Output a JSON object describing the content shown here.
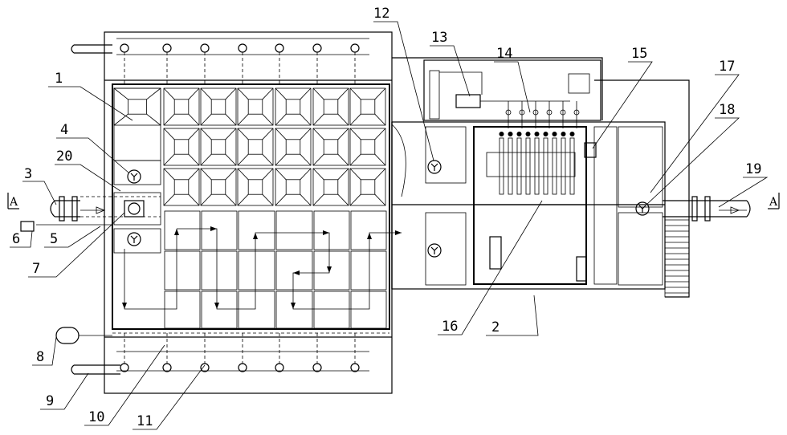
{
  "callouts": [
    {
      "id": "1",
      "text": "1"
    },
    {
      "id": "2",
      "text": "2"
    },
    {
      "id": "3",
      "text": "3"
    },
    {
      "id": "4",
      "text": "4"
    },
    {
      "id": "5",
      "text": "5"
    },
    {
      "id": "6",
      "text": "6"
    },
    {
      "id": "7",
      "text": "7"
    },
    {
      "id": "8",
      "text": "8"
    },
    {
      "id": "9",
      "text": "9"
    },
    {
      "id": "10",
      "text": "10"
    },
    {
      "id": "11",
      "text": "11"
    },
    {
      "id": "12",
      "text": "12"
    },
    {
      "id": "13",
      "text": "13"
    },
    {
      "id": "14",
      "text": "14"
    },
    {
      "id": "15",
      "text": "15"
    },
    {
      "id": "16",
      "text": "16"
    },
    {
      "id": "17",
      "text": "17"
    },
    {
      "id": "18",
      "text": "18"
    },
    {
      "id": "19",
      "text": "19"
    },
    {
      "id": "20",
      "text": "20"
    }
  ],
  "section_marks": {
    "left": "A",
    "right": "A"
  }
}
